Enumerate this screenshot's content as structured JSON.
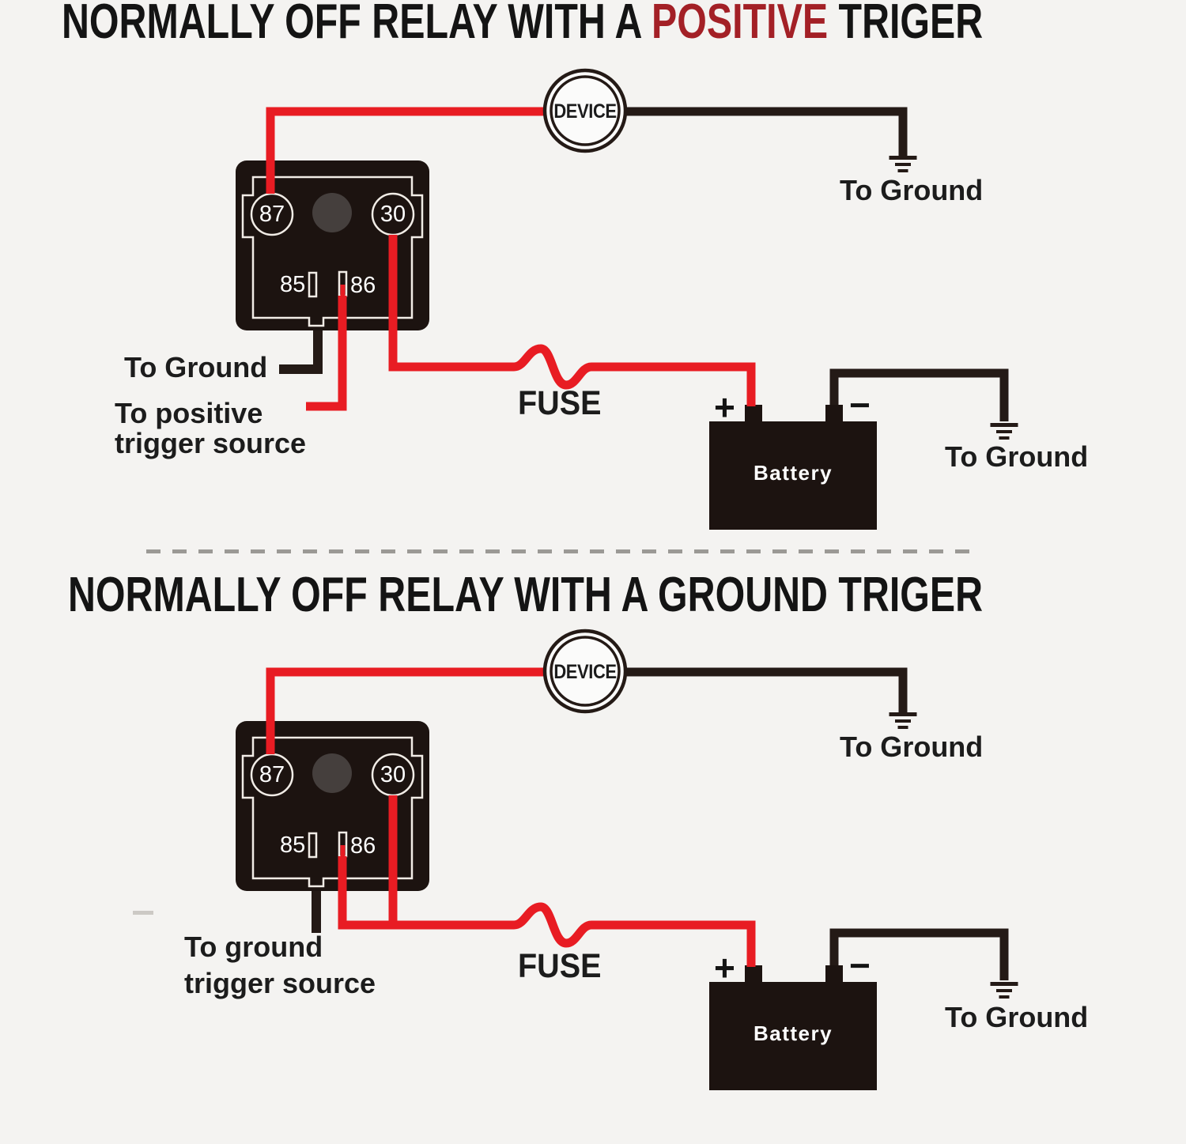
{
  "colors": {
    "background": "#f4f3f1",
    "wire_red": "#e81c23",
    "wire_black": "#241a16",
    "component_body_black": "#1c1310",
    "relay_outline_white": "#f1ece6",
    "indicator_circle_gray": "#453f3d",
    "title_black": "#141414",
    "title_highlight_red": "#a32026",
    "label_text_black": "#1c1c1c",
    "component_text_white": "#ffffff",
    "divider_dash_gray": "#9b9995"
  },
  "top_diagram": {
    "title": {
      "part1": "NORMALLY OFF RELAY WITH A ",
      "highlight": "POSITIVE",
      "part2": " TRIGER"
    },
    "device_label": "DEVICE",
    "device_ground_label": "To Ground",
    "relay": {
      "pin_87": "87",
      "pin_30": "30",
      "pin_85": "85",
      "pin_86": "86"
    },
    "relay_ground_label": "To Ground",
    "trigger_label_line1": "To positive",
    "trigger_label_line2": "trigger source",
    "fuse_label": "FUSE",
    "battery": {
      "name": "Battery",
      "plus_sign": "+",
      "minus_sign": "−"
    },
    "battery_ground_label": "To Ground"
  },
  "bottom_diagram": {
    "title": {
      "text": "NORMALLY OFF RELAY WITH A GROUND TRIGER"
    },
    "device_label": "DEVICE",
    "device_ground_label": "To Ground",
    "relay": {
      "pin_87": "87",
      "pin_30": "30",
      "pin_85": "85",
      "pin_86": "86"
    },
    "trigger_label_line1": "To ground",
    "trigger_label_line2": "trigger source",
    "fuse_label": "FUSE",
    "battery": {
      "name": "Battery",
      "plus_sign": "+",
      "minus_sign": "−"
    },
    "battery_ground_label": "To Ground"
  }
}
